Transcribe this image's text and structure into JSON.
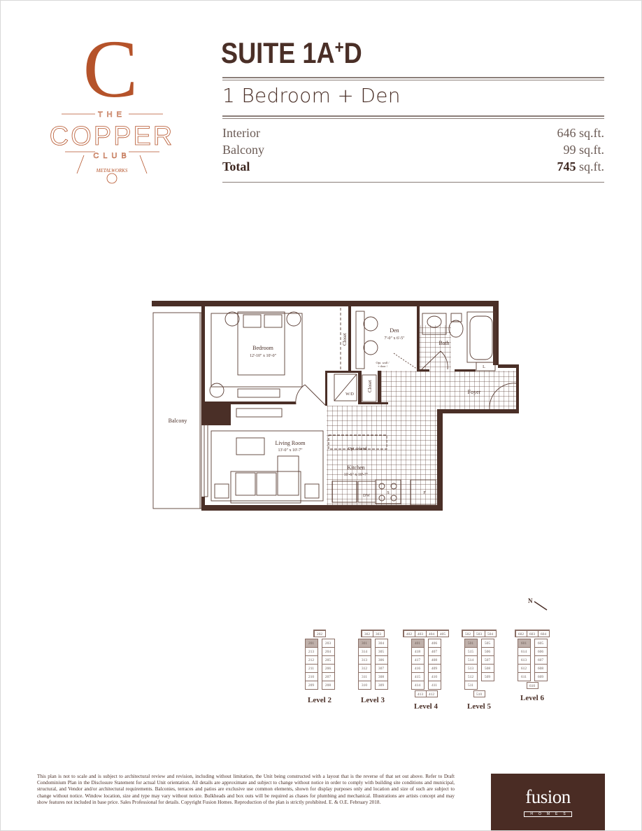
{
  "brand": {
    "logo_letter": "C",
    "logo_line1": "THE",
    "logo_line2": "COPPER",
    "logo_line3": "CLUB",
    "logo_badge": "METALWORKS",
    "copper_color": "#b5532a"
  },
  "suite": {
    "title_main": "SUITE 1A",
    "title_plus": "+",
    "title_end": "D",
    "subtitle": "1 Bedroom + Den"
  },
  "areas": [
    {
      "label": "Interior",
      "value": "646",
      "unit": "sq.ft."
    },
    {
      "label": "Balcony",
      "value": "99",
      "unit": "sq.ft."
    },
    {
      "label": "Total",
      "value": "745",
      "unit": "sq.ft."
    }
  ],
  "plan": {
    "bedroom": "Bedroom",
    "bedroom_dim": "12'-10\" x 10'-0\"",
    "den": "Den",
    "den_dim": "7'-0\" x 6'-5\"",
    "bath": "Bath",
    "closet1": "Closet",
    "closet2": "Closet",
    "wd": "W/D",
    "opt_wall1": "Opt. wall /",
    "opt_wall2": "+ door /",
    "linen": "L",
    "foyer": "Foyer",
    "balcony": "Balcony",
    "living": "Living Room",
    "living_dim": "13'-0\" x 10'-7\"",
    "island": "Opt. Island",
    "kitchen": "Kitchen",
    "kitchen_dim": "11'-6\" x 10'-7\"",
    "dw": "DW",
    "stove": "S",
    "fridge": "F",
    "wall_color": "#4a2f27"
  },
  "north_label": "N",
  "keyplans": [
    {
      "level": "Level 2",
      "top": [
        "202"
      ],
      "left": [
        "201",
        "213",
        "212",
        "211",
        "210",
        "209"
      ],
      "right": [
        "203",
        "204",
        "205",
        "206",
        "207",
        "208"
      ],
      "bottom": [],
      "highlight": "201"
    },
    {
      "level": "Level 3",
      "top": [
        "302",
        "303"
      ],
      "left": [
        "301",
        "314",
        "313",
        "312",
        "311",
        "310"
      ],
      "right": [
        "304",
        "305",
        "306",
        "307",
        "308",
        "309"
      ],
      "bottom": [],
      "highlight": "301"
    },
    {
      "level": "Level 4",
      "top": [
        "402",
        "403",
        "404",
        "405"
      ],
      "left": [
        "401",
        "418",
        "417",
        "416",
        "415",
        "414"
      ],
      "right": [
        "406",
        "407",
        "408",
        "409",
        "410",
        "411"
      ],
      "bottom": [
        "413",
        "412"
      ],
      "highlight": "401"
    },
    {
      "level": "Level 5",
      "top": [
        "502",
        "503",
        "504"
      ],
      "left": [
        "501",
        "515",
        "514",
        "513",
        "512",
        "511"
      ],
      "right": [
        "505",
        "506",
        "507",
        "508",
        "509"
      ],
      "bottom": [
        "510"
      ],
      "highlight": "501"
    },
    {
      "level": "Level 6",
      "top": [
        "602",
        "603",
        "604"
      ],
      "left": [
        "601",
        "614",
        "613",
        "612",
        "611"
      ],
      "right": [
        "605",
        "606",
        "607",
        "608",
        "609"
      ],
      "bottom": [
        "610"
      ],
      "highlight": "601"
    }
  ],
  "disclaimer": "This plan is not to scale and is subject to architectural review and revision, including without limitation, the Unit being constructed with a layout that is the reverse of that set out above. Refer to Draft Condominium Plan in the Disclosure Statement for actual Unit orientation. All details are approximate and subject to change without notice in order to comply with building site conditions and municipal, structural, and Vendor and/or architectural requirements. Balconies, terraces and patios are exclusive use common elements, shown for display purposes only and location and size of such are subject to change without notice. Window location, size and type may vary without notice. Bulkheads and box outs will be required as chases for plumbing and mechanical. Illustrations are artists concept and may show features not included in base price. Sales Professional for details. Copyright Fusion Homes. Reproduction of the plan is strictly prohibited. E. & O.E. February 2018.",
  "developer": {
    "name": "fusion",
    "sub": "HOMES",
    "bg_color": "#4a2c24"
  }
}
